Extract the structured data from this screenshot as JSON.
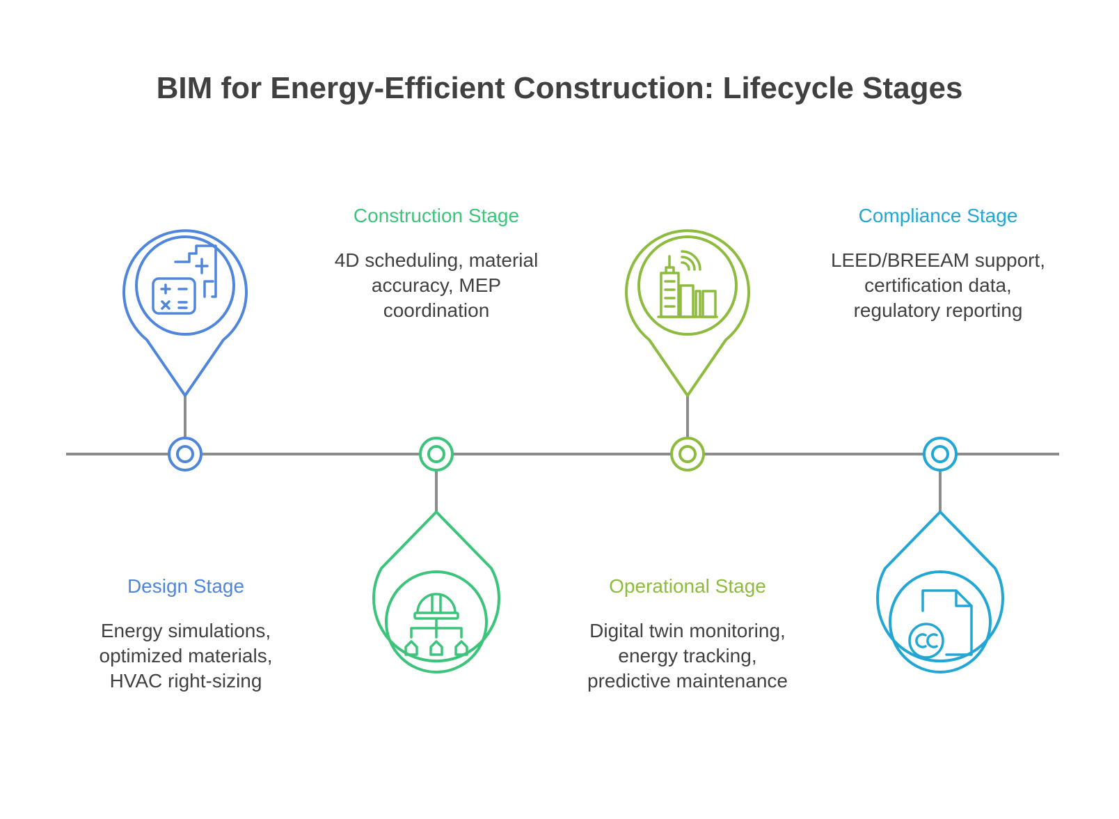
{
  "title": "BIM for Energy-Efficient Construction: Lifecycle Stages",
  "colors": {
    "timeline": "#8c8c8c",
    "design": "#4f86dc",
    "construction": "#3cc47a",
    "operational": "#8dbb3d",
    "compliance": "#22a6d4",
    "text": "#404040"
  },
  "stages": [
    {
      "title": "Design Stage",
      "lines": [
        "Energy simulations,",
        "optimized materials,",
        "HVAC right-sizing"
      ],
      "icon": "calculator-blueprint-icon",
      "color": "#4f86dc"
    },
    {
      "title": "Construction Stage",
      "lines": [
        "4D scheduling, material",
        "accuracy, MEP",
        "coordination"
      ],
      "icon": "hardhat-hierarchy-icon",
      "color": "#3cc47a"
    },
    {
      "title": "Operational Stage",
      "lines": [
        "Digital twin monitoring,",
        "energy tracking,",
        "predictive maintenance"
      ],
      "icon": "smart-building-icon",
      "color": "#8dbb3d"
    },
    {
      "title": "Compliance Stage",
      "lines": [
        "LEED/BREEAM support,",
        "certification data,",
        "regulatory reporting"
      ],
      "icon": "certificate-document-icon",
      "color": "#22a6d4"
    }
  ]
}
